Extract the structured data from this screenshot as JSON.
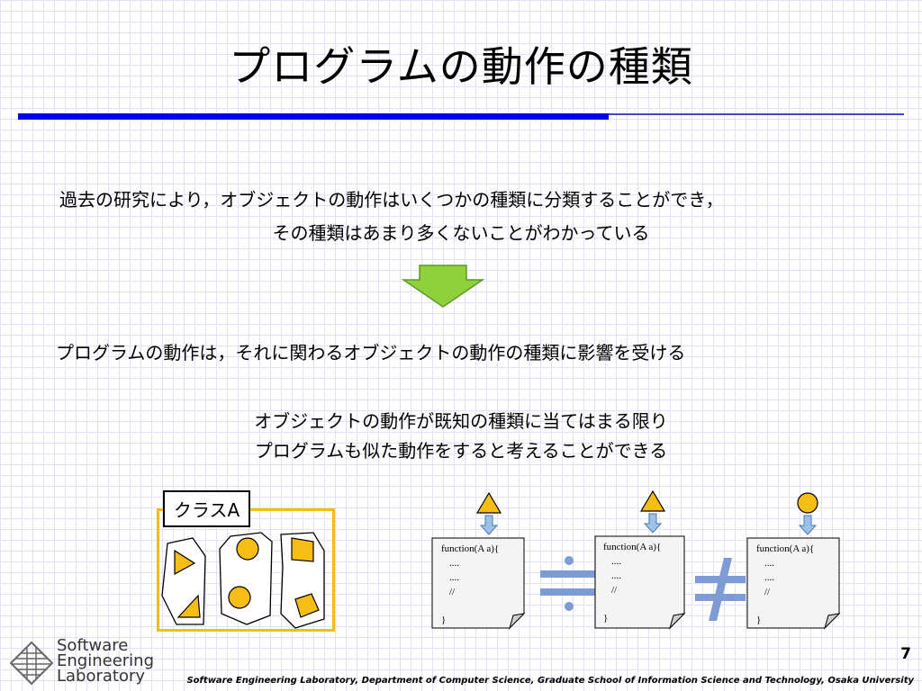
{
  "slide": {
    "title": "プログラムの動作の種類",
    "page_number": "7",
    "footer": "Software Engineering Laboratory, Department of Computer Science, Graduate School of Information Science and Technology, Osaka University"
  },
  "body": {
    "p1_line1": "過去の研究により，オブジェクトの動作はいくつかの種類に分類することができ，",
    "p1_line2": "その種類はあまり多くないことがわかっている",
    "p2": "プログラムの動作は，それに関わるオブジェクトの動作の種類に影響を受ける",
    "p3_line1": "オブジェクトの動作が既知の種類に当てはまる限り",
    "p3_line2": "プログラムも似た動作をすると考えることができる"
  },
  "diagram": {
    "class_label": "クラスA",
    "documents": [
      {
        "line1": "function(A a){",
        "line2": "....",
        "line3": "....",
        "line4": "//",
        "line5": "}"
      },
      {
        "line1": "function(A a){",
        "line2": "....",
        "line3": "....",
        "line4": "//",
        "line5": "}"
      },
      {
        "line1": "function(A a){",
        "line2": "....",
        "line3": "....",
        "line4": "//",
        "line5": "}"
      }
    ],
    "relations": [
      "approximately-equal-sign",
      "not-equal-sign"
    ]
  },
  "logo": {
    "line1": "Software",
    "line2": "Engineering",
    "line3": "Laboratory"
  },
  "colors": {
    "accent_blue": "#0000ee",
    "shape_fill": "#f6bd14",
    "arrow_green": "#8fcf3c",
    "relation_blue": "#7f9bd6",
    "small_arrow": "#9cc3e6"
  }
}
